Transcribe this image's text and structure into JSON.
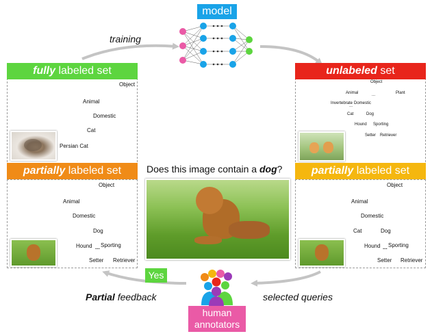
{
  "model": {
    "label": "model"
  },
  "arrows": {
    "training": "training",
    "selected_queries": "selected queries",
    "partial_word": "Partial",
    "feedback_word": " feedback"
  },
  "fully_set": {
    "emph": "fully",
    "rest": " labeled set",
    "color": "#5dd53f",
    "nodes": {
      "object": "Object",
      "animal": "Animal",
      "domestic": "Domestic",
      "cat": "Cat",
      "persian": "Persian Cat"
    }
  },
  "unlabeled_set": {
    "emph": "unlabeled",
    "rest": " set",
    "color": "#e8251b",
    "nodes": {
      "object": "Object",
      "animal": "Animal",
      "plant": "Plant",
      "dots_a": "...",
      "invertebrate": "Invertebrate",
      "domestic": "Domestic",
      "dots_b": "...",
      "cat": "Cat",
      "dog": "Dog",
      "hound": "Hound",
      "sporting": "Sporting",
      "setter": "Setter",
      "retriever": "Retriever"
    }
  },
  "partial_left": {
    "emph": "partially",
    "rest": " labeled set",
    "color": "#f08b17",
    "nodes": {
      "object": "Object",
      "animal": "Animal",
      "domestic": "Domestic",
      "dog": "Dog",
      "hound": "Hound",
      "dots": "...",
      "sporting": "Sporting",
      "setter": "Setter",
      "retriever": "Retriever"
    }
  },
  "partial_right": {
    "emph": "partially",
    "rest": " labeled set",
    "color": "#f5b70f",
    "nodes": {
      "object": "Object",
      "animal": "Animal",
      "domestic": "Domestic",
      "cat": "Cat",
      "dog": "Dog",
      "hound": "Hound",
      "dots": "...",
      "sporting": "Sporting",
      "setter": "Setter",
      "retriever": "Retriever"
    }
  },
  "question": {
    "prefix": "Does this image contain a ",
    "word": "dog",
    "suffix": "?"
  },
  "answer": {
    "label": "Yes",
    "color": "#5dd53f"
  },
  "annotators": {
    "line1": "human",
    "line2": "annotators",
    "color": "#ea5aa6"
  },
  "colors": {
    "model_blue": "#19a3e8",
    "arrow_gray": "#c4c4c4",
    "purple": "#9b3ab8",
    "orange": "#f08b17",
    "lime": "#b6d33a",
    "crimson": "#c2174d",
    "dashed_red": "#e8251b"
  }
}
